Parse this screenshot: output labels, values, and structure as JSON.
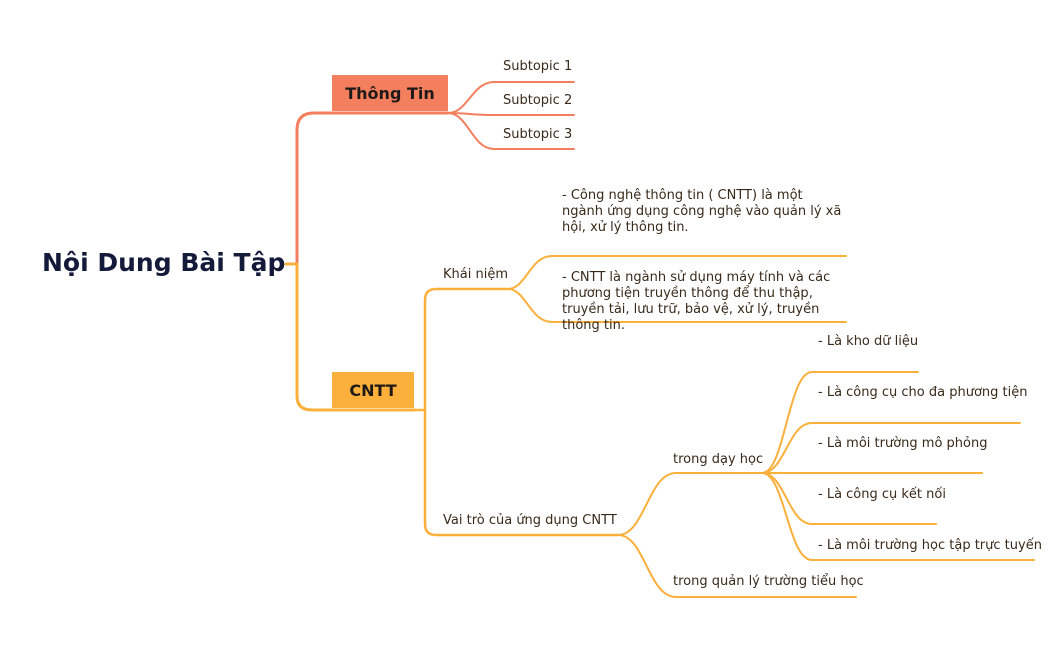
{
  "root": {
    "label": "Nội Dung Bài Tập"
  },
  "colors": {
    "thong_tin": "#f47f5e",
    "cntt": "#fbb03b",
    "root_text": "#131a3a",
    "text": "#3a2a1a"
  },
  "thong_tin": {
    "label": "Thông Tin",
    "subtopics": [
      "Subtopic 1",
      "Subtopic 2",
      "Subtopic 3"
    ]
  },
  "cntt": {
    "label": "CNTT",
    "khai_niem": {
      "label": "Khái niệm",
      "notes": [
        " - Công nghệ thông tin ( CNTT) là một ngành ứng dụng công nghệ vào quản lý xã hội, xử lý thông tin.",
        "- CNTT là ngành sử dụng máy tính và các phương tiện truyền thông để thu thập, truyền tải, lưu trữ, bảo vệ, xử lý, truyền thông tin."
      ]
    },
    "vai_tro": {
      "label": "Vai trò của ứng dụng CNTT",
      "day_hoc": {
        "label": "trong dạy học",
        "items": [
          "- Là kho dữ liệu",
          "- Là công cụ cho đa phương tiện",
          "- Là môi trường mô phỏng",
          "- Là công cụ kết nối",
          "- Là môi trường học tập trực tuyến"
        ]
      },
      "quan_ly": {
        "label": "trong quản lý trường tiểu học"
      }
    }
  }
}
